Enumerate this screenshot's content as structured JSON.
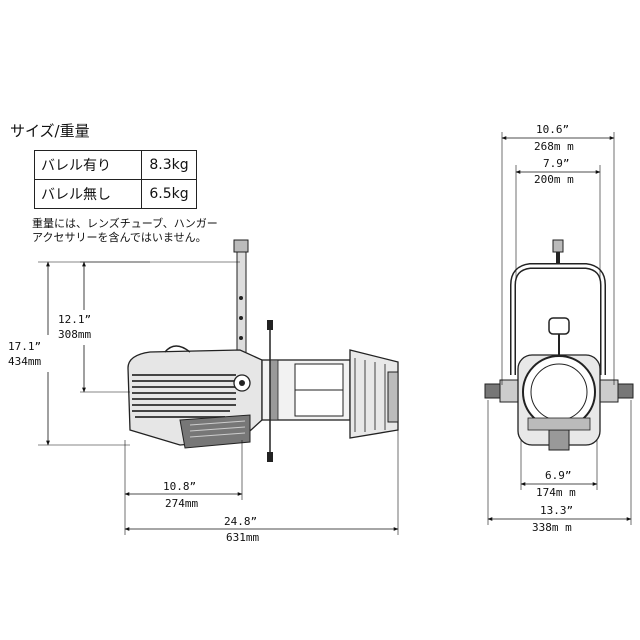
{
  "title": "サイズ/重量",
  "weights": [
    {
      "label": "バレル有り",
      "value": "8.3kg"
    },
    {
      "label": "バレル無し",
      "value": "6.5kg"
    }
  ],
  "note_line1": "重量には、レンズチューブ、ハンガー",
  "note_line2": "アクセサリーを含んではいません。",
  "side_view": {
    "height_inch": "17.1”",
    "height_mm": "434mm",
    "pivot_inch": "12.1”",
    "pivot_mm": "308mm",
    "body_len_inch": "10.8”",
    "body_len_mm": "274mm",
    "total_len_inch": "24.8”",
    "total_len_mm": "631mm"
  },
  "front_view": {
    "yoke_outer_inch": "10.6”",
    "yoke_outer_mm": "268m m",
    "yoke_inner_inch": "7.9”",
    "yoke_inner_mm": "200m m",
    "body_inch": "6.9”",
    "body_mm": "174m m",
    "total_inch": "13.3”",
    "total_mm": "338m m"
  }
}
